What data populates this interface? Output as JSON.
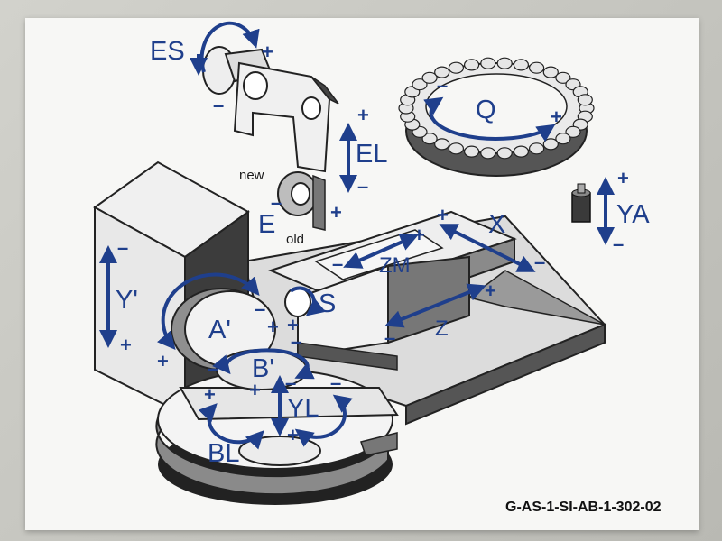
{
  "axes": {
    "es": "ES",
    "el": "EL",
    "q": "Q",
    "ya": "YA",
    "e": "E",
    "x": "X",
    "zm": "ZM",
    "z": "Z",
    "s": "S",
    "y_prime": "Y'",
    "a_prime": "A'",
    "b_prime": "B'",
    "yl": "YL",
    "bl": "BL"
  },
  "sub_labels": {
    "new": "new",
    "old": "old"
  },
  "signs": {
    "plus": "+",
    "minus": "–"
  },
  "part_code": "G-AS-1-SI-AB-1-302-02",
  "colors": {
    "accent": "#1f3f8c",
    "machine_light": "#e8e8e8",
    "machine_mid": "#9a9a9a",
    "machine_dark": "#3c3c3c"
  }
}
